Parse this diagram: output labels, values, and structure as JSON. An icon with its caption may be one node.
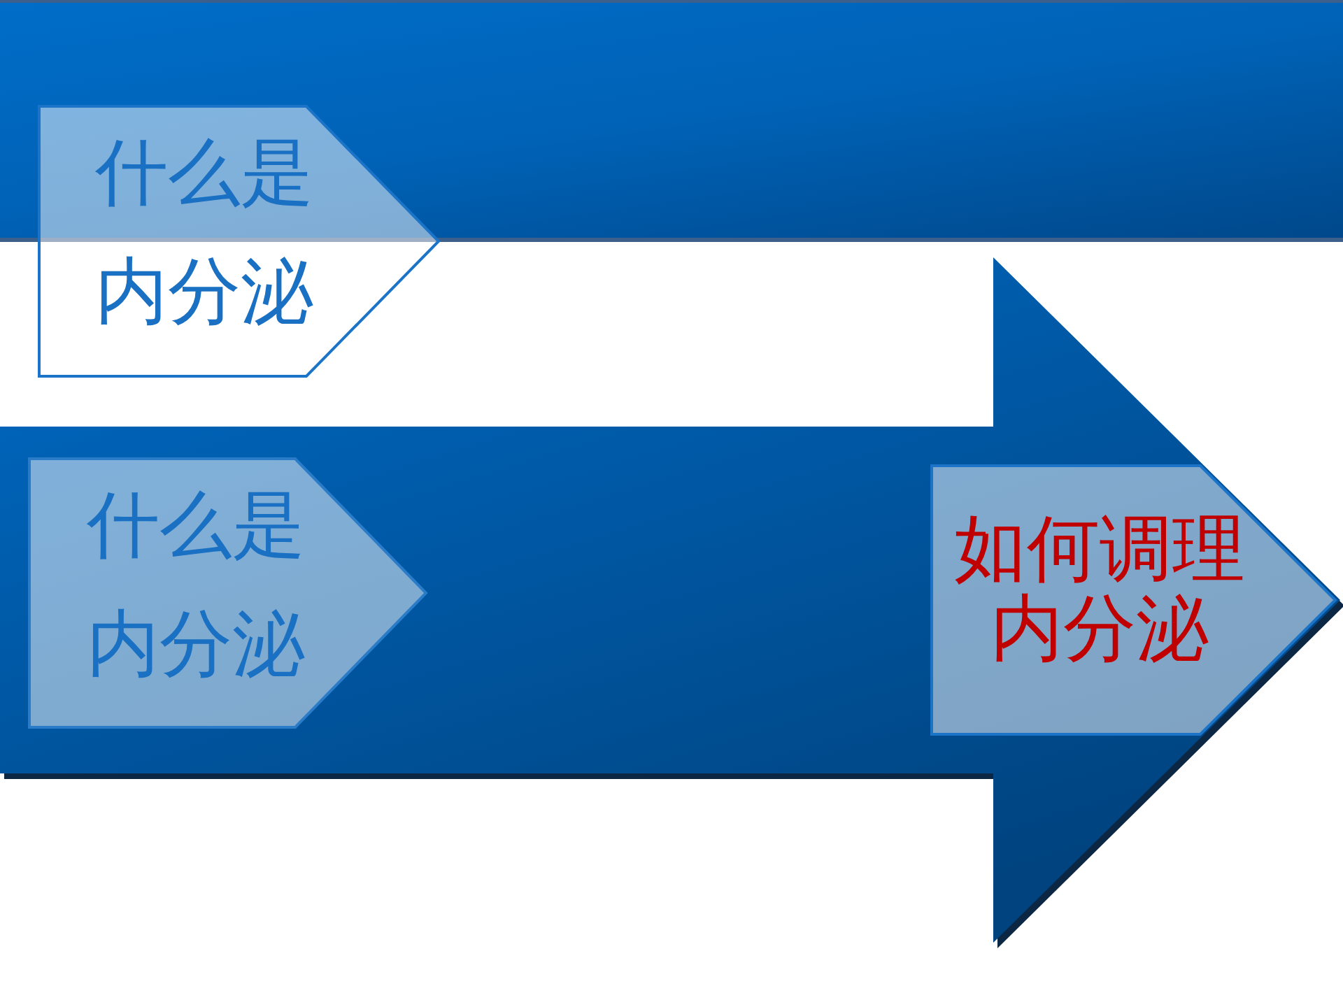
{
  "diagram": {
    "nodes": [
      {
        "text": [],
        "shape": "bar"
      },
      {
        "text": [
          "什么是内分泌"
        ]
      },
      {
        "text": [
          "什么是内分泌"
        ]
      },
      {
        "text": [
          "如何调理内分泌"
        ]
      }
    ],
    "edges": [
      {
        "from": 2,
        "to": 3,
        "arrow": "to"
      }
    ]
  }
}
